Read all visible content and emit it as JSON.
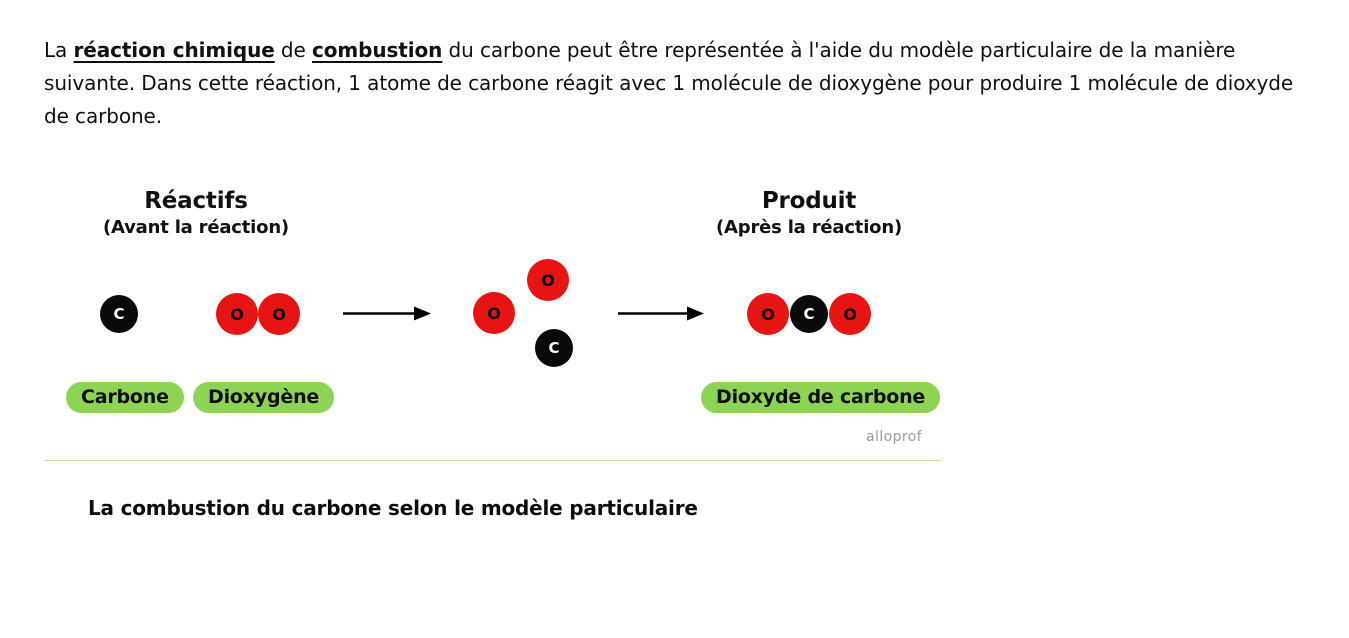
{
  "intro": {
    "part1": "La ",
    "link_reaction": "réaction chimique",
    "part2": " de ",
    "link_combustion": "combustion",
    "part3": " du carbone peut être représentée à l'aide du modèle particulaire de la manière suivante. Dans cette réaction, 1 atome de carbone réagit avec 1 molécule de dioxygène pour produire 1 molécule de dioxyde de carbone."
  },
  "diagram": {
    "reactants": {
      "title": "Réactifs",
      "subtitle": "(Avant la réaction)"
    },
    "product": {
      "title": "Produit",
      "subtitle": "(Après la réaction)"
    },
    "atoms": {
      "carbon_symbol": "C",
      "oxygen_symbol": "O"
    },
    "labels": {
      "carbon": "Carbone",
      "dioxygen": "Dioxygène",
      "carbon_dioxide": "Dioxyde de carbone"
    },
    "watermark": "alloprof",
    "colors": {
      "oxygen": "#e81313",
      "carbon": "#0a0a0a",
      "label_background": "#8dd454",
      "divider": "#c9e5a5"
    }
  },
  "caption": "La combustion du carbone selon le modèle particulaire"
}
